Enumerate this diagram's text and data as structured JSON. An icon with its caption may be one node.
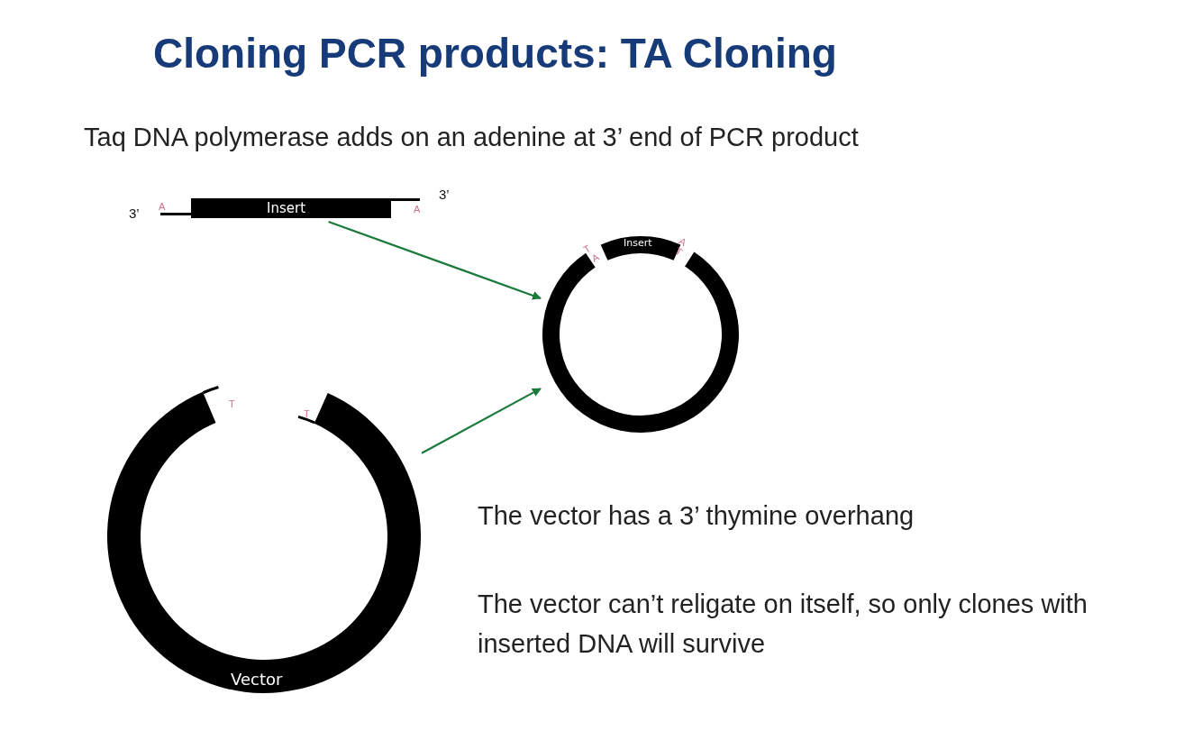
{
  "diagram": {
    "title": "Cloning PCR products: TA Cloning",
    "nodes": [
      {
        "text": [
          "Insert"
        ]
      },
      {
        "text": [
          "Insert"
        ]
      },
      {
        "text": [
          "Vector"
        ]
      }
    ],
    "edges": [
      {
        "from": 0,
        "to": 1,
        "arrow": "to"
      },
      {
        "from": 2,
        "to": 1,
        "arrow": "to"
      }
    ],
    "labels": [
      "Taq DNA polymerase adds on an adenine at 3’ end of PCR product",
      "3’",
      "3’",
      "A",
      "A",
      "T",
      "A",
      "A",
      "T",
      "T",
      "T",
      "The vector has a 3’ thymine overhang",
      "The vector can’t religate on itself, so only clones with inserted DNA will survive"
    ]
  }
}
